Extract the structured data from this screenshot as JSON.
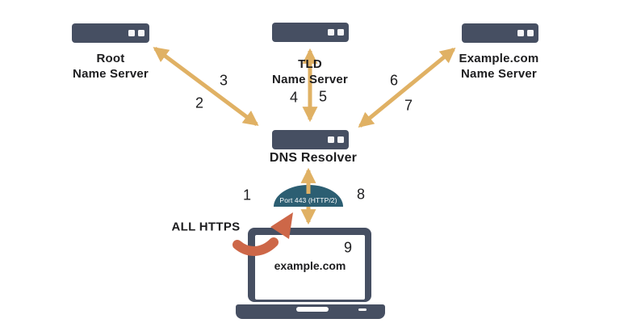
{
  "diagram": {
    "nodes": {
      "root": {
        "line1": "Root",
        "line2": "Name Server"
      },
      "tld": {
        "line1": "TLD",
        "line2": "Name Server"
      },
      "example": {
        "line1": "Example.com",
        "line2": "Name Server"
      },
      "resolver": {
        "label": "DNS Resolver"
      },
      "client": {
        "label": "example.com"
      }
    },
    "annotations": {
      "https_label": "ALL HTTPS",
      "port_badge": "Port 443 (HTTP/2)"
    },
    "steps": {
      "n1": "1",
      "n2": "2",
      "n3": "3",
      "n4": "4",
      "n5": "5",
      "n6": "6",
      "n7": "7",
      "n8": "8",
      "n9": "9"
    },
    "colors": {
      "server_slate": "#464f62",
      "arrow_gold": "#e0b164",
      "arrow_orange": "#cd6748",
      "dome_teal": "#2c5e72",
      "text": "#1d1d1f"
    }
  }
}
